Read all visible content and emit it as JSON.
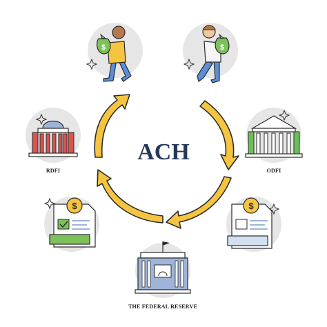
{
  "title": "ACH",
  "labels": {
    "rdfi": "RDFI",
    "odfi": "ODFI",
    "federal_reserve": "THE FEDERAL RESERVE"
  },
  "colors": {
    "arrow": "#f5c542",
    "arrow_outline": "#2b2b2b",
    "circle_bg": "#e6e6e6",
    "title": "#26385a",
    "bank_red": "#d9534f",
    "bank_green": "#6cbf58",
    "bank_blue": "#5b8fd6",
    "money_green": "#7cc15a",
    "shirt_yellow": "#f5c542"
  },
  "icons": [
    "person-money-bag-icon",
    "bank-building-icon",
    "dollar-document-icon",
    "federal-reserve-building-icon"
  ]
}
